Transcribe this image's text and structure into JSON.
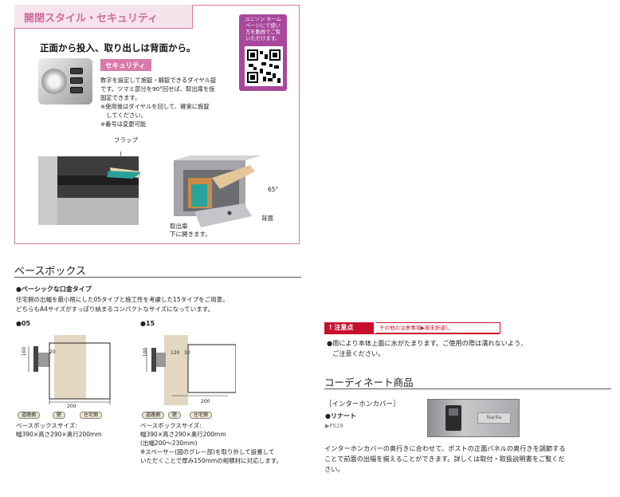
{
  "panel": {
    "title": "開閉スタイル・セキュリティ",
    "tagline": "正面から投入、取り出しは背面から。",
    "security_badge": "セキュリティ",
    "security_notes": [
      "数字を設定して施錠・解錠できるダイヤル錠",
      "です。ツマミ部分を90°回せば、取出扉を仮",
      "固定できます。",
      "※使用後はダイヤルを回して、確実に施錠",
      "　してください。",
      "※番号は変更可能"
    ],
    "qr_lines": [
      "ユニソン ホーム",
      "ページにて使い",
      "方を動画でご覧",
      "いただけます。"
    ],
    "flap_label": "フラップ",
    "angle_label": "65°",
    "back_label": "背面",
    "takeout_label_1": "取出扉",
    "takeout_label_2": "下に開きます。"
  },
  "base_box": {
    "title": "ベースボックス",
    "subtitle": "●ベーシックな口金タイプ",
    "desc_1": "住宅側の出幅を最小限にした05タイプと施工性を考慮した15タイプをご用意。",
    "desc_2": "どちらもA4サイズがすっぽり納まるコンパクトなサイズになっています。",
    "type05": {
      "label": "●05",
      "dim_height": "100",
      "dim_inner": "20",
      "dim_width": "200",
      "tags": [
        "道路側",
        "壁",
        "住宅側"
      ],
      "spec_1": "ベースボックスサイズ:",
      "spec_2": "幅390×高さ290×奥行200mm"
    },
    "type15": {
      "label": "●15",
      "dim_height": "100",
      "dim_inner": "120",
      "dim_side": "30",
      "dim_width": "200",
      "tags": [
        "道路側",
        "壁",
        "住宅側"
      ],
      "spec_1": "ベースボックスサイズ:",
      "spec_2": "幅390×高さ290×奥行200mm",
      "spec_3": "(出幅200～230mm)",
      "spec_4": "※スペーサー(図のグレー部)を取り外して設置して",
      "spec_5": "いただくことで厚み150mmの組積材に対応します。"
    }
  },
  "caution": {
    "badge": "! 注意点",
    "link": "その他の注意事項▶巻末折返し",
    "text_1": "●雨により本体上面に水がたまります。ご使用の際は濡れないよう、",
    "text_2": "ご注意ください。"
  },
  "coordinate": {
    "title": "コーディネート商品",
    "item_title": "［インターホンカバー］",
    "item_name": "●リナート",
    "item_page": "▶P528",
    "intercom_nameplate": "Narita",
    "text_1": "インターホンカバーの奥行きに合わせて、ポストの正面パネルの奥行きを調節する",
    "text_2": "ことで前面の出幅を揃えることができます。詳しくは取付・取扱説明書をご覧くだ",
    "text_3": "さい。"
  },
  "colors": {
    "accent_pink": "#d879aa",
    "qr_purple": "#a8479c",
    "caution_red": "#c8102e"
  }
}
